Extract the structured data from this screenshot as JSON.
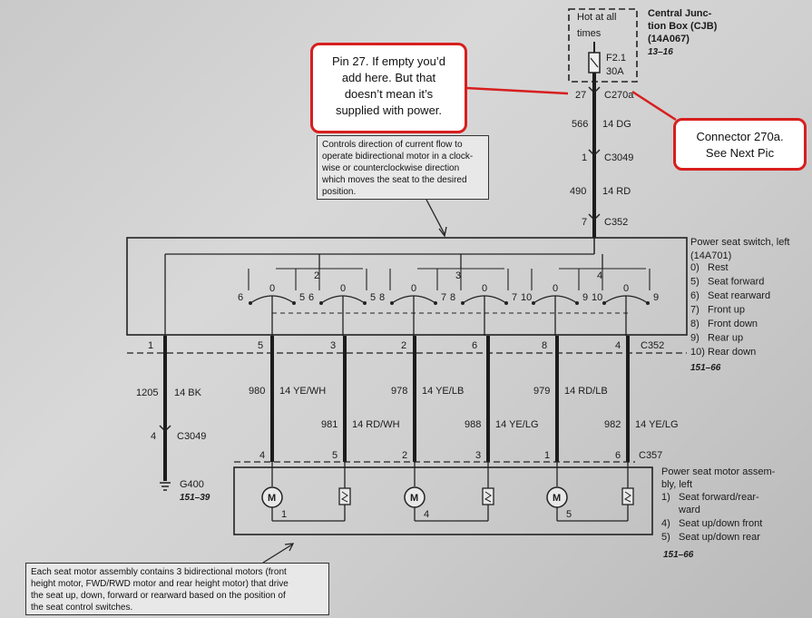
{
  "cjb": {
    "hot_label": [
      "Hot at all",
      "times"
    ],
    "fuse_name": "F2.1",
    "fuse_rating": "30A",
    "title": [
      "Central Junc-",
      "tion Box (CJB)",
      "(14A067)"
    ],
    "ref": "13–16"
  },
  "upper_wire": [
    {
      "pin": "27",
      "connector": "C270a"
    },
    {
      "circuit": "566",
      "gauge_color": "14 DG"
    },
    {
      "pin": "1",
      "connector": "C3049"
    },
    {
      "circuit": "490",
      "gauge_color": "14 RD"
    },
    {
      "pin": "7",
      "connector": "C352"
    }
  ],
  "callouts": {
    "pin27": [
      "Pin 27.  If empty you’d",
      "add here.  But that",
      "doesn’t mean it’s",
      "supplied with power."
    ],
    "connector": [
      "Connector 270a.",
      "See Next Pic"
    ]
  },
  "notes": {
    "direction": [
      "Controls direction of current flow to",
      "operate bidirectional motor in a clock-",
      "wise or counterclockwise direction",
      "which moves the seat to the desired",
      "position."
    ],
    "motors": [
      "Each seat motor assembly contains 3 bidirectional motors (front",
      "height motor, FWD/RWD motor and rear height motor) that drive",
      "the seat up, down, forward or rearward based on the position of",
      "the seat control switches."
    ]
  },
  "switch": {
    "title": [
      "Power seat switch, left",
      "(14A701)"
    ],
    "legend": [
      {
        "num": "0)",
        "text": "Rest"
      },
      {
        "num": "5)",
        "text": "Seat forward"
      },
      {
        "num": "6)",
        "text": "Seat rearward"
      },
      {
        "num": "7)",
        "text": "Front up"
      },
      {
        "num": "8)",
        "text": "Front down"
      },
      {
        "num": "9)",
        "text": "Rear up"
      },
      {
        "num": "10)",
        "text": "Rear down"
      }
    ],
    "ref": "151–66",
    "group_labels": [
      "2",
      "3",
      "4"
    ],
    "contact_labels": [
      "6",
      "0",
      "5",
      "6",
      "0",
      "5",
      "8",
      "0",
      "7",
      "8",
      "0",
      "7",
      "10",
      "0",
      "9",
      "10",
      "0",
      "9"
    ]
  },
  "c352_pins": [
    "1",
    "5",
    "3",
    "2",
    "6",
    "8",
    "4"
  ],
  "c352_label": "C352",
  "ground_wire": {
    "circuit": "1205",
    "gauge_color": "14 BK",
    "pin": "4",
    "connector": "C3049",
    "ground": "G400",
    "ref": "151–39"
  },
  "wires": [
    {
      "circuit": "980",
      "gauge_color": "14 YE/WH"
    },
    {
      "circuit": "981",
      "gauge_color": "14 RD/WH"
    },
    {
      "circuit": "978",
      "gauge_color": "14 YE/LB"
    },
    {
      "circuit": "988",
      "gauge_color": "14 YE/LG"
    },
    {
      "circuit": "979",
      "gauge_color": "14 RD/LB"
    },
    {
      "circuit": "982",
      "gauge_color": "14 YE/LG"
    }
  ],
  "c357_pins": [
    "4",
    "5",
    "2",
    "3",
    "1",
    "6"
  ],
  "c357_label": "C357",
  "motor_assembly": {
    "title": [
      "Power seat motor assem-",
      "bly, left"
    ],
    "legend": [
      {
        "num": "1)",
        "text": [
          "Seat forward/rear-",
          "ward"
        ]
      },
      {
        "num": "4)",
        "text": [
          "Seat up/down front"
        ]
      },
      {
        "num": "5)",
        "text": [
          "Seat up/down rear"
        ]
      }
    ],
    "ref": "151–66",
    "motor_symbol": "M",
    "motor_numbers": [
      "1",
      "4",
      "5"
    ]
  },
  "colors": {
    "wire": "#1c1c1c",
    "callout_border": "#d81e1e",
    "callout_line": "#d81e1e"
  }
}
